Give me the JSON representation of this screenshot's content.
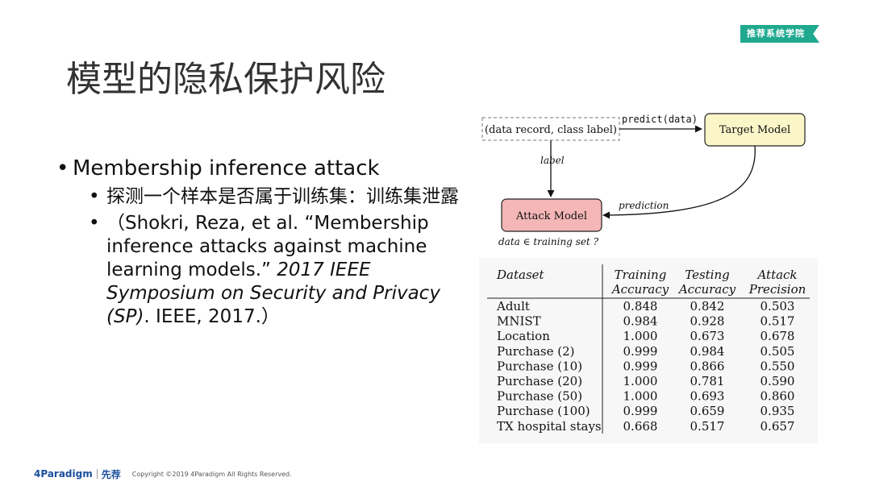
{
  "badge": "推荐系统学院",
  "title": "模型的隐私保护风险",
  "bullets": {
    "main": "Membership inference attack",
    "sub1": "探测一个样本是否属于训练集：训练集泄露",
    "sub2_a": "（Shokri, Reza, et al. “Membership inference attacks against machine learning models.” ",
    "sub2_b": "2017 IEEE Symposium on Security and Privacy (SP)",
    "sub2_c": ". IEEE, 2017.）"
  },
  "diagram": {
    "data_box": "(data record, class label)",
    "predict_label": "predict(data)",
    "target_model": "Target Model",
    "label_text": "label",
    "attack_model": "Attack Model",
    "prediction_text": "prediction",
    "question": "data ∈ training set ?"
  },
  "table": {
    "headers": [
      [
        "Dataset"
      ],
      [
        "Training",
        "Accuracy"
      ],
      [
        "Testing",
        "Accuracy"
      ],
      [
        "Attack",
        "Precision"
      ]
    ],
    "rows": [
      [
        "Adult",
        "0.848",
        "0.842",
        "0.503"
      ],
      [
        "MNIST",
        "0.984",
        "0.928",
        "0.517"
      ],
      [
        "Location",
        "1.000",
        "0.673",
        "0.678"
      ],
      [
        "Purchase (2)",
        "0.999",
        "0.984",
        "0.505"
      ],
      [
        "Purchase (10)",
        "0.999",
        "0.866",
        "0.550"
      ],
      [
        "Purchase (20)",
        "1.000",
        "0.781",
        "0.590"
      ],
      [
        "Purchase (50)",
        "1.000",
        "0.693",
        "0.860"
      ],
      [
        "Purchase (100)",
        "0.999",
        "0.659",
        "0.935"
      ],
      [
        "TX hospital stays",
        "0.668",
        "0.517",
        "0.657"
      ]
    ]
  },
  "footer": {
    "logo1": "4Paradigm",
    "logo2": "先荐",
    "copyright": "Copyright ©2019 4Paradigm All Rights Reserved."
  },
  "colors": {
    "badge": "#1fa98f",
    "target_model_fill": "#fbf6c8",
    "attack_model_fill": "#f4b6b6"
  }
}
